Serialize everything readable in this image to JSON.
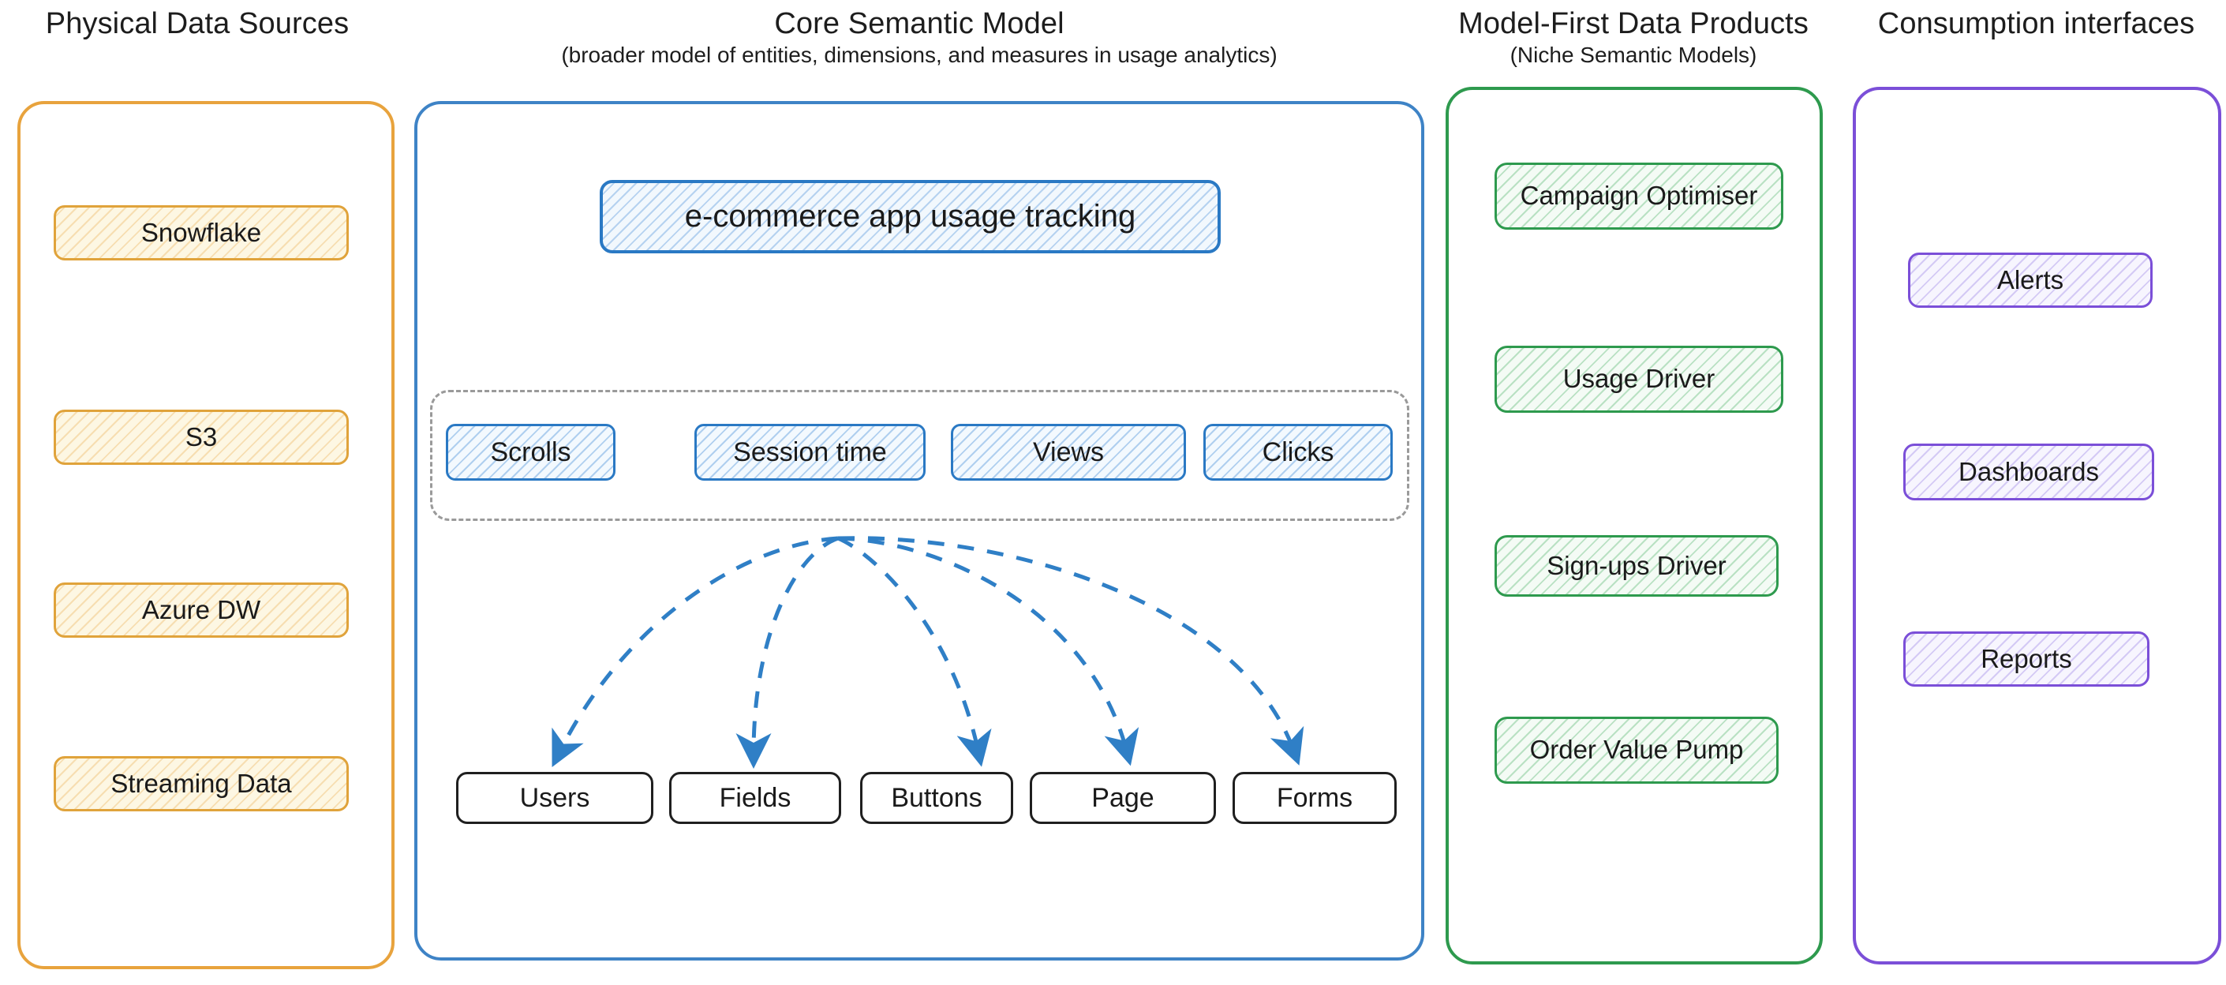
{
  "columns": {
    "sources": {
      "title": "Physical Data Sources",
      "subtitle": "",
      "accent": "#E8A33D",
      "items": [
        {
          "label": "Snowflake"
        },
        {
          "label": "S3"
        },
        {
          "label": "Azure DW"
        },
        {
          "label": "Streaming Data"
        }
      ]
    },
    "core": {
      "title": "Core Semantic Model",
      "subtitle": "(broader model of entities, dimensions, and measures in usage analytics)",
      "accent": "#3E83C6",
      "hero": {
        "label": "e-commerce app usage tracking"
      },
      "measures": [
        {
          "label": "Scrolls"
        },
        {
          "label": "Session time"
        },
        {
          "label": "Views"
        },
        {
          "label": "Clicks"
        }
      ],
      "entities": [
        {
          "label": "Users"
        },
        {
          "label": "Fields"
        },
        {
          "label": "Buttons"
        },
        {
          "label": "Page"
        },
        {
          "label": "Forms"
        }
      ]
    },
    "products": {
      "title": "Model-First Data Products",
      "subtitle": "(Niche Semantic Models)",
      "accent": "#2E9A4E",
      "items": [
        {
          "label": "Campaign Optimiser"
        },
        {
          "label": "Usage Driver"
        },
        {
          "label": "Sign-ups Driver"
        },
        {
          "label": "Order Value Pump"
        }
      ]
    },
    "consumption": {
      "title": "Consumption interfaces",
      "subtitle": "",
      "accent": "#7B4FD8",
      "items": [
        {
          "label": "Alerts"
        },
        {
          "label": "Dashboards"
        },
        {
          "label": "Reports"
        }
      ]
    }
  }
}
